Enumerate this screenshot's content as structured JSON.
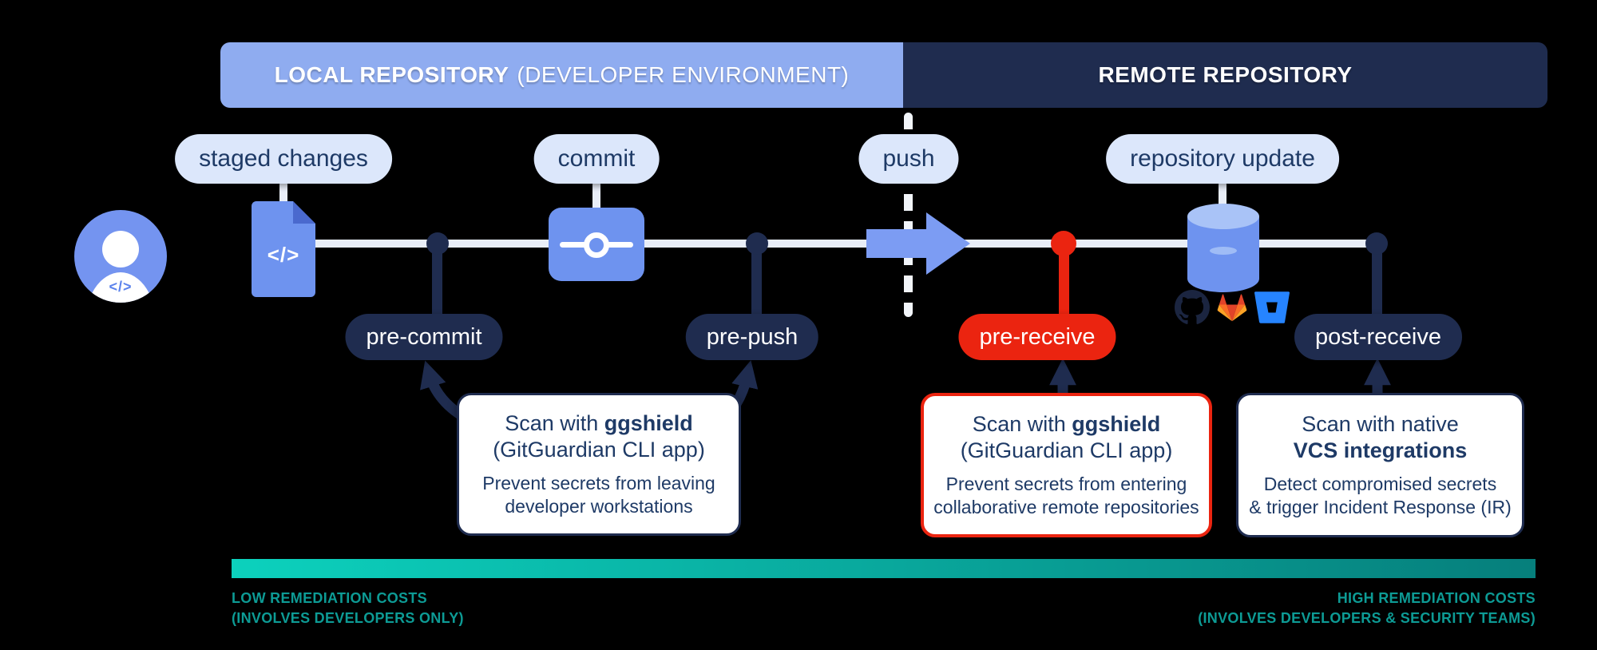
{
  "header": {
    "local_title_bold": "LOCAL REPOSITORY",
    "local_title_rest": "(DEVELOPER ENVIRONMENT)",
    "remote_title": "REMOTE REPOSITORY"
  },
  "timeline": {
    "staged_changes_label": "staged changes",
    "commit_label": "commit",
    "push_label": "push",
    "repository_update_label": "repository update",
    "file_code_glyph": "</>",
    "avatar_code_glyph": "</>"
  },
  "hooks": {
    "pre_commit": "pre-commit",
    "pre_push": "pre-push",
    "pre_receive": "pre-receive",
    "post_receive": "post-receive"
  },
  "vcs_icons": [
    "github-icon",
    "gitlab-icon",
    "bitbucket-icon"
  ],
  "cards": [
    {
      "title_line1_normal": "Scan with ",
      "title_line1_bold": "ggshield",
      "title_line2_normal": "(GitGuardian CLI app)",
      "title_line2_bold": "",
      "body_line1": "Prevent secrets from leaving",
      "body_line2": "developer workstations"
    },
    {
      "title_line1_normal": "Scan with ",
      "title_line1_bold": "ggshield",
      "title_line2_normal": "(GitGuardian CLI app)",
      "title_line2_bold": "",
      "body_line1": "Prevent secrets from entering",
      "body_line2": "collaborative remote repositories"
    },
    {
      "title_line1_normal": "Scan with native",
      "title_line1_bold": "",
      "title_line2_normal": "",
      "title_line2_bold": "VCS integrations",
      "body_line1": "Detect compromised secrets",
      "body_line2": "& trigger Incident Response (IR)"
    }
  ],
  "footer": {
    "low_line1": "LOW REMEDIATION COSTS",
    "low_line2": "(INVOLVES DEVELOPERS ONLY)",
    "high_line1": "HIGH REMEDIATION COSTS",
    "high_line2": "(INVOLVES DEVELOPERS & SECURITY TEAMS)"
  },
  "colors": {
    "local_bar": "#8FACF0",
    "remote_bar": "#1F2C4F",
    "bubble_bg": "#DCE7FB",
    "bubble_text": "#1E3A66",
    "node_blue": "#6E93EF",
    "navy": "#1F2C4F",
    "alert_red": "#EB2410",
    "track": "#E9EEF8",
    "gradient_left": "#0CD1BD",
    "gradient_right": "#067F7C",
    "teal_text": "#0D9B95"
  }
}
